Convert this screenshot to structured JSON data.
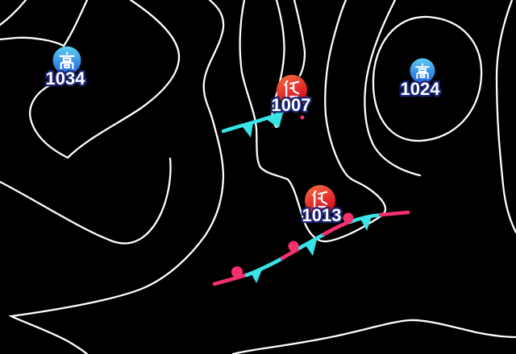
{
  "map": {
    "type": "surface-weather-map",
    "colors": {
      "background": "#000000",
      "isobar": "#ffffff",
      "cold_front": "#38e4e8",
      "warm_front": "#f5306f",
      "label_outline": "#1c2574",
      "high_gradient_top": "#5ecdf5",
      "high_gradient_bottom": "#1d63dd",
      "low_gradient_top": "#f56a3f",
      "low_gradient_bottom": "#d81224"
    },
    "pressure_systems": [
      {
        "kind": "high",
        "symbol": "高",
        "symbol_meaning": "high-pressure-center",
        "pressure_hpa": "1034"
      },
      {
        "kind": "high",
        "symbol": "高",
        "symbol_meaning": "high-pressure-center",
        "pressure_hpa": "1024"
      },
      {
        "kind": "low",
        "symbol": "低",
        "symbol_meaning": "low-pressure-center",
        "pressure_hpa": "1007"
      },
      {
        "kind": "low",
        "symbol": "低",
        "symbol_meaning": "low-pressure-center",
        "pressure_hpa": "1013"
      }
    ],
    "fronts": [
      {
        "type": "cold-front",
        "attached_to": "1007",
        "symbols": "cyan triangles pointing south"
      },
      {
        "type": "warm-front-stub",
        "attached_to": "1007",
        "symbols": "pink semicircle partly hidden by label"
      },
      {
        "type": "stationary-front",
        "attached_to": "1013",
        "symbols": "alternating pink semicircles (north side) and cyan triangles (south side)"
      }
    ],
    "isobar_count": 13
  }
}
